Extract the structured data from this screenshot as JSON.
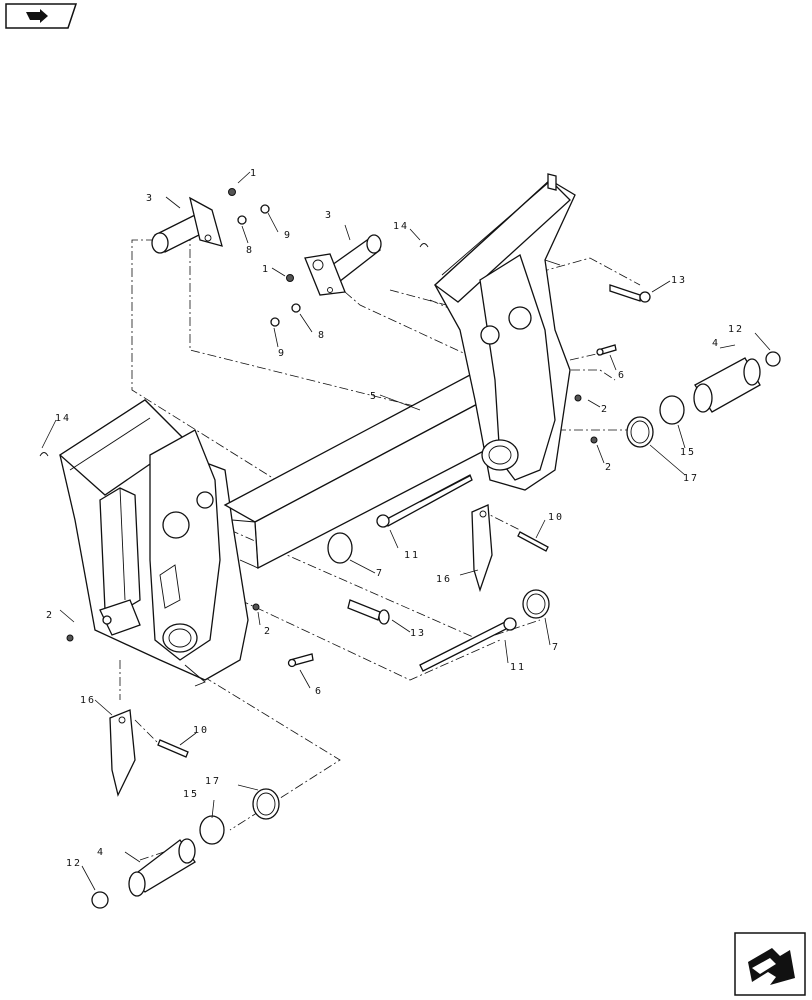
{
  "nav_icons": {
    "top_left": "previous-page-arrow-icon",
    "bottom_right": "next-page-arrow-icon"
  },
  "callouts": {
    "c1a": "1",
    "c1b": "1",
    "c2a": "2",
    "c2b": "2",
    "c2c": "2",
    "c2d": "2",
    "c3a": "3",
    "c3b": "3",
    "c4a": "4",
    "c4b": "4",
    "c5": "5",
    "c6a": "6",
    "c6b": "6",
    "c7a": "7",
    "c7b": "7",
    "c8a": "8",
    "c8b": "8",
    "c9a": "9",
    "c9b": "9",
    "c10a": "10",
    "c10b": "10",
    "c11a": "11",
    "c11b": "11",
    "c12a": "12",
    "c12b": "12",
    "c13a": "13",
    "c13b": "13",
    "c14a": "14",
    "c14b": "14",
    "c15a": "15",
    "c15b": "15",
    "c16a": "16",
    "c16b": "16",
    "c17a": "17",
    "c17b": "17"
  }
}
